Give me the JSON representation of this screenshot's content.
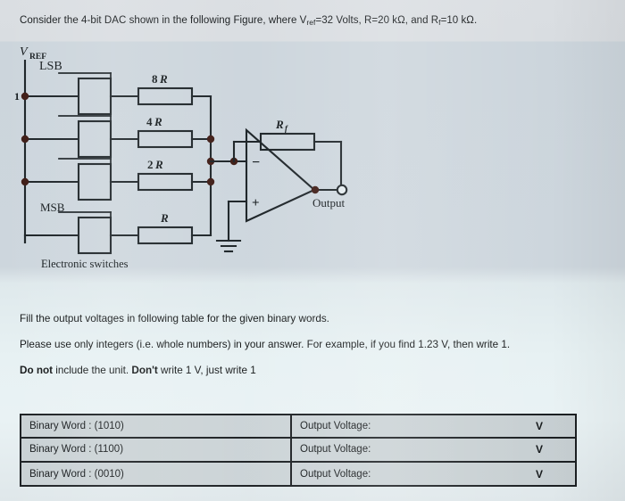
{
  "question": {
    "prompt_before_vref": "Consider the 4-bit DAC shown in the following Figure, where V",
    "vref_sub": "ref",
    "prompt_after_vref": "=32 Volts, R=20 kΩ, and R",
    "rf_sub": "f",
    "prompt_end": "=10 kΩ."
  },
  "instructions": {
    "line1": "Fill the output voltages in following table for the given binary words.",
    "line2": "Please use only integers (i.e.  whole numbers)  in your answer. For example, if you find 1.23 V, then write 1.",
    "line3_bold1": "Do not",
    "line3_mid": " include the unit. ",
    "line3_bold2": "Don't",
    "line3_end": " write 1 V, just write 1"
  },
  "diagram": {
    "vref_label": "V",
    "vref_sub": "REF",
    "lsb_label": "LSB",
    "msb_label": "MSB",
    "switches_caption": "Electronic  switches",
    "node_marker": "1",
    "resistors": [
      {
        "label": "8",
        "italic": "R"
      },
      {
        "label": "4",
        "italic": "R"
      },
      {
        "label": "2",
        "italic": "R"
      },
      {
        "label": "",
        "italic": "R"
      }
    ],
    "feedback_resistor": "R",
    "feedback_resistor_sub": "f",
    "opamp_minus": "−",
    "opamp_plus": "+",
    "output_label": "Output"
  },
  "table": {
    "unit": "V",
    "rows": [
      {
        "word": "Binary Word : (1010)",
        "output": "Output Voltage:",
        "value": ""
      },
      {
        "word": "Binary Word : (1100)",
        "output": "Output Voltage:",
        "value": ""
      },
      {
        "word": "Binary Word : (0010)",
        "output": "Output Voltage:",
        "value": ""
      }
    ]
  },
  "colors": {
    "ink": "#1b1f22",
    "node_dot": "#4a1f16",
    "marker_red": "#b03020",
    "panel_bg": "#ccd5dc",
    "page_bg": "#e9f2f4"
  }
}
